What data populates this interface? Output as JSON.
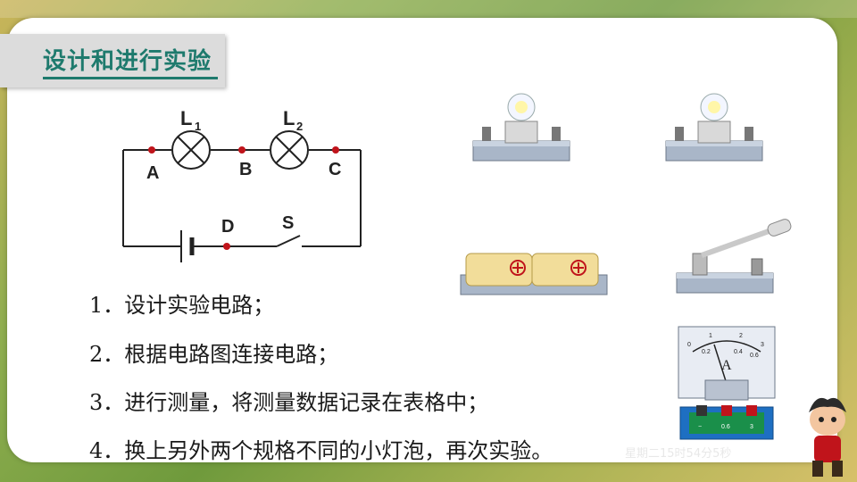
{
  "title": "设计和进行实验",
  "steps": [
    "1．设计实验电路；",
    "2．根据电路图连接电路；",
    "3．进行测量，将测量数据记录在表格中；",
    "4．换上另外两个规格不同的小灯泡，再次实验。"
  ],
  "circuit": {
    "lamp1_label": "L",
    "lamp1_sub": "1",
    "lamp2_label": "L",
    "lamp2_sub": "2",
    "point_a": "A",
    "point_b": "B",
    "point_c": "C",
    "point_d": "D",
    "switch_label": "S"
  },
  "ammeter": {
    "unit": "A",
    "ticks_top": [
      "0",
      "1",
      "2",
      "3"
    ],
    "ticks_bottom": [
      "0.2",
      "0.4",
      "0.6"
    ],
    "terminal_labels": [
      "−",
      "0.6",
      "3"
    ]
  },
  "watermark": "星期二15时54分5秒",
  "colors": {
    "accent": "#1e7a6d",
    "node": "#c0141b"
  },
  "icons": [
    "lamp-symbol-icon",
    "battery-symbol-icon",
    "switch-symbol-icon",
    "bulb-holder-icon",
    "battery-box-icon",
    "knife-switch-icon",
    "ammeter-icon",
    "mascot-icon"
  ]
}
